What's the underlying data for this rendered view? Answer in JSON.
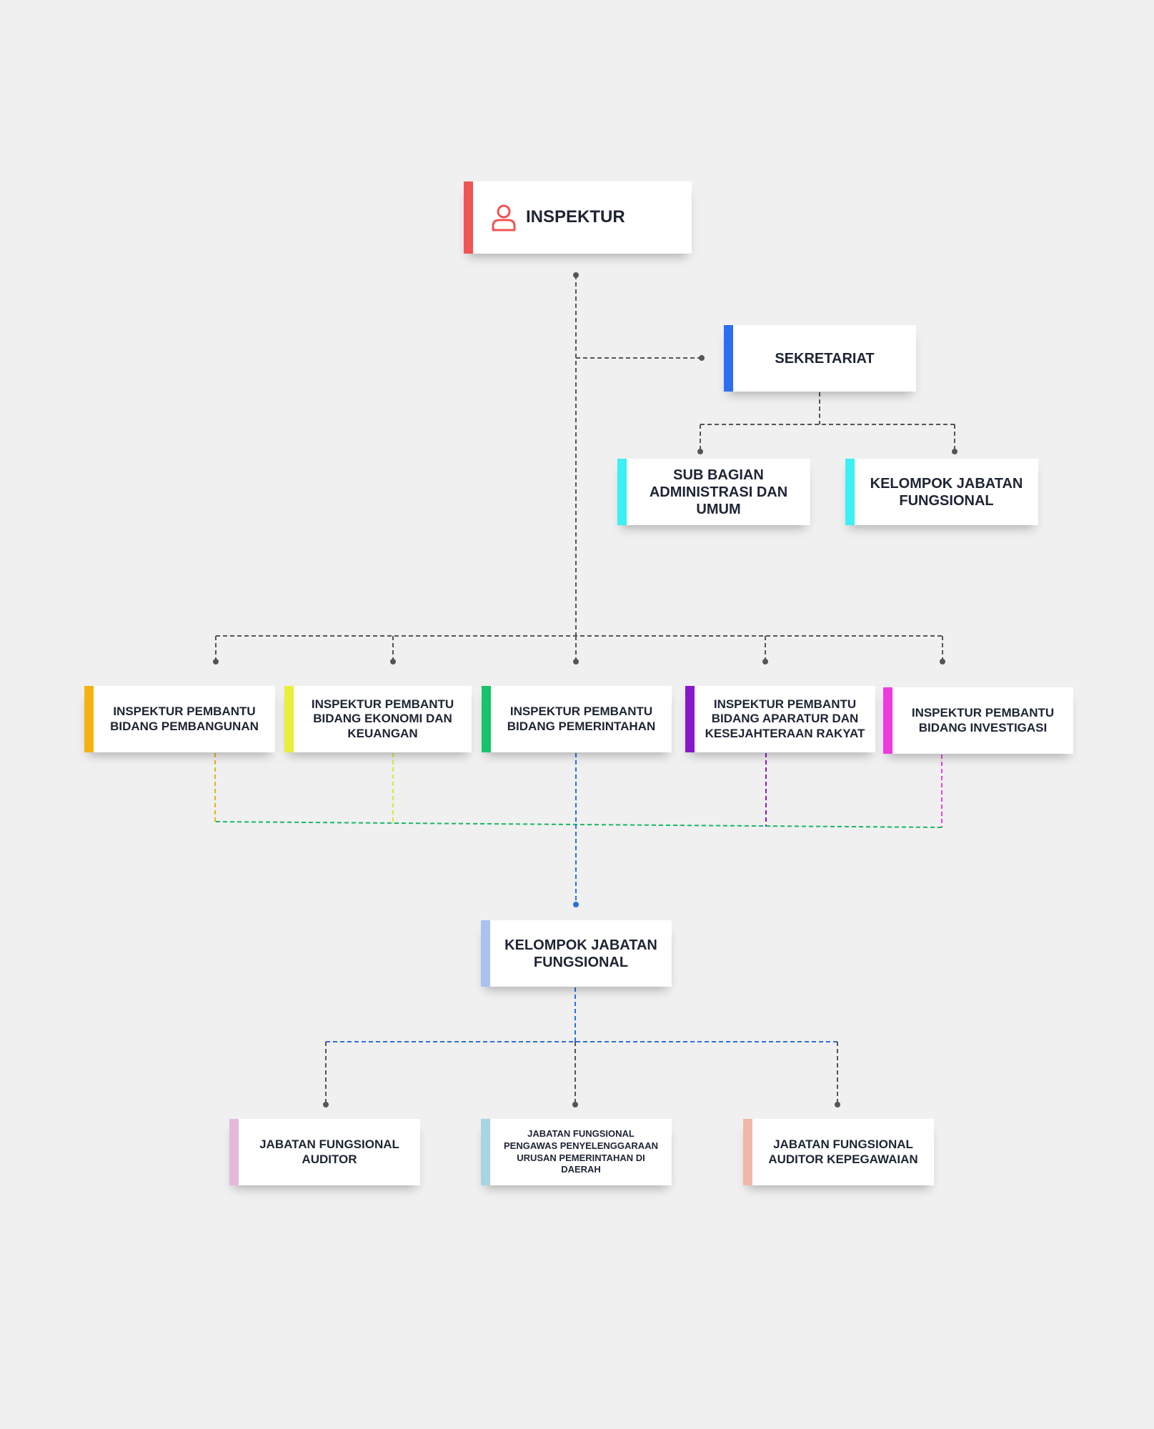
{
  "colors": {
    "background": "#f0f0f0",
    "card": "#ffffff",
    "text": "#1d2433",
    "connector": "#555555",
    "inspektur": "#f05454",
    "sekretariat": "#2b6ef2",
    "cyan": "#3cf0f4",
    "pembangunan": "#f4b312",
    "ekonomi": "#e8ef3c",
    "pemerintahan": "#17c46c",
    "aparatur": "#8a16c9",
    "investigasi": "#ef3ade",
    "kjf_main": "#a9c2f0",
    "auditor": "#e4b9dd",
    "pengawas": "#a9d4e6",
    "kepegawaian": "#f2b7a9",
    "blue_line": "#2b6ee0",
    "green_line": "#17b864",
    "yellow_line": "#e7b31a",
    "lime_line": "#dfe33a",
    "purple_line": "#8a16c9",
    "magenta_line": "#e93fd6"
  },
  "nodes": {
    "inspektur": {
      "label": "INSPEKTUR",
      "icon": "user-icon"
    },
    "sekretariat": {
      "label": "SEKRETARIAT"
    },
    "subbag": {
      "label": "SUB BAGIAN ADMINISTRASI DAN UMUM"
    },
    "kjf_sekretariat": {
      "label": "KELOMPOK JABATAN FUNGSIONAL"
    },
    "irban_pembangunan": {
      "label": "INSPEKTUR PEMBANTU BIDANG PEMBANGUNAN"
    },
    "irban_ekonomi": {
      "label": "INSPEKTUR PEMBANTU BIDANG EKONOMI DAN KEUANGAN"
    },
    "irban_pemerintahan": {
      "label": "INSPEKTUR PEMBANTU BIDANG PEMERINTAHAN"
    },
    "irban_aparatur": {
      "label": "INSPEKTUR PEMBANTU BIDANG APARATUR DAN KESEJAHTERAAN RAKYAT"
    },
    "irban_investigasi": {
      "label": "INSPEKTUR PEMBANTU BIDANG INVESTIGASI"
    },
    "kjf_main": {
      "label": "KELOMPOK JABATAN FUNGSIONAL"
    },
    "jf_auditor": {
      "label": "JABATAN FUNGSIONAL AUDITOR"
    },
    "jf_pengawas": {
      "label": "JABATAN FUNGSIONAL PENGAWAS PENYELENGGARAAN URUSAN PEMERINTAHAN DI DAERAH"
    },
    "jf_kepegawaian": {
      "label": "JABATAN FUNGSIONAL AUDITOR KEPEGAWAIAN"
    }
  }
}
